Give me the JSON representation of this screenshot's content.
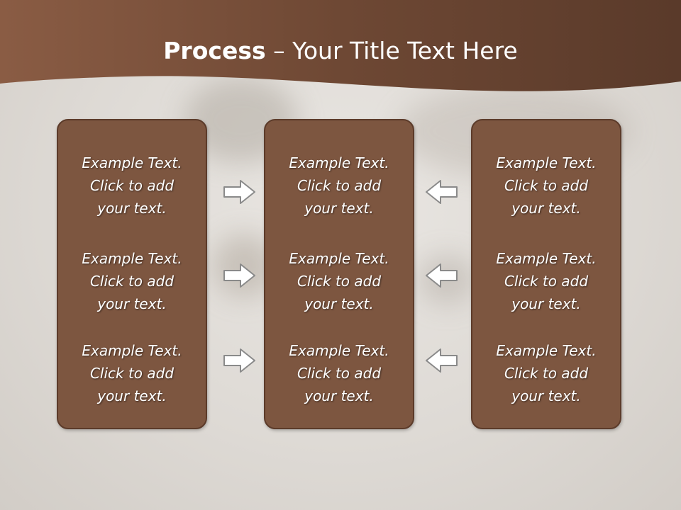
{
  "slide": {
    "title_bold": "Process",
    "title_rest": " – Your Title Text Here",
    "columns": [
      {
        "items": [
          {
            "l1": "Example Text.",
            "l2": "Click  to add",
            "l3": "your text."
          },
          {
            "l1": "Example Text.",
            "l2": "Click  to add",
            "l3": "your text."
          },
          {
            "l1": "Example Text.",
            "l2": "Click  to add",
            "l3": "your text."
          }
        ]
      },
      {
        "items": [
          {
            "l1": "Example Text.",
            "l2": "Click  to add",
            "l3": "your text."
          },
          {
            "l1": "Example Text.",
            "l2": "Click  to add",
            "l3": "your text."
          },
          {
            "l1": "Example Text.",
            "l2": "Click  to add",
            "l3": "your text."
          }
        ]
      },
      {
        "items": [
          {
            "l1": "Example Text.",
            "l2": "Click  to add",
            "l3": "your text."
          },
          {
            "l1": "Example Text.",
            "l2": "Click  to add",
            "l3": "your text."
          },
          {
            "l1": "Example Text.",
            "l2": "Click  to add",
            "l3": "your text."
          }
        ]
      }
    ],
    "arrows": {
      "left_group": "right-arrow-icon",
      "right_group": "left-arrow-icon"
    },
    "colors": {
      "banner": "#7a5340",
      "box_fill": "#7d5640",
      "box_border": "#5c3b2a",
      "text": "#ffffff"
    }
  }
}
